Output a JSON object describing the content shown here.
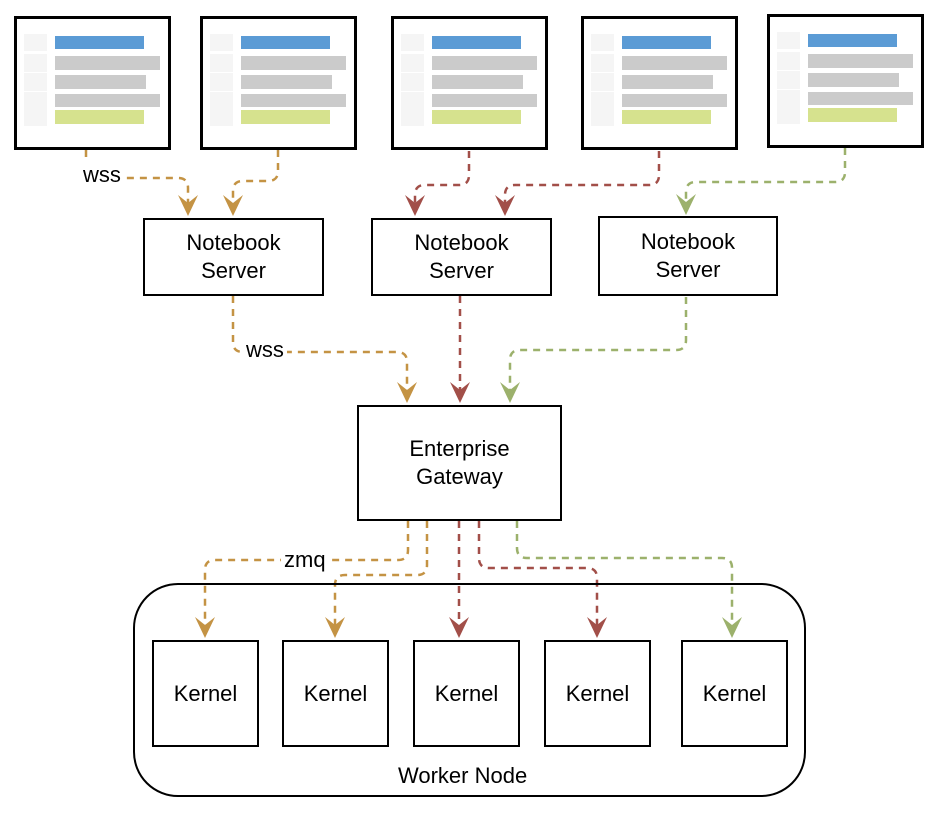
{
  "colors": {
    "edge-orange": "#C49344",
    "edge-red": "#A24F49",
    "edge-green": "#9CB16C",
    "bar-blue": "#5B9BD5",
    "bar-gray": "#CBCBCB",
    "bar-green": "#D6E28E",
    "bar-gutter": "#F5F5F5",
    "box-border": "#000000"
  },
  "clients": {
    "count": 5,
    "description": "notebook-ui-thumbnail"
  },
  "servers": [
    {
      "label": "Notebook\nServer"
    },
    {
      "label": "Notebook\nServer"
    },
    {
      "label": "Notebook\nServer"
    }
  ],
  "gateway": {
    "label": "Enterprise\nGateway"
  },
  "worker_node": {
    "label": "Worker Node"
  },
  "kernels": [
    {
      "label": "Kernel"
    },
    {
      "label": "Kernel"
    },
    {
      "label": "Kernel"
    },
    {
      "label": "Kernel"
    },
    {
      "label": "Kernel"
    }
  ],
  "edge_labels": {
    "client_wss": "wss",
    "server_wss": "wss",
    "zmq": "zmq"
  },
  "edges": [
    {
      "from": "notebook-client-1",
      "to": "notebook-server-1",
      "protocol": "wss",
      "color": "orange"
    },
    {
      "from": "notebook-client-2",
      "to": "notebook-server-1",
      "protocol": "wss",
      "color": "orange"
    },
    {
      "from": "notebook-client-3",
      "to": "notebook-server-2",
      "protocol": "wss",
      "color": "red"
    },
    {
      "from": "notebook-client-4",
      "to": "notebook-server-2",
      "protocol": "wss",
      "color": "red"
    },
    {
      "from": "notebook-client-5",
      "to": "notebook-server-3",
      "protocol": "wss",
      "color": "green"
    },
    {
      "from": "notebook-server-1",
      "to": "enterprise-gateway",
      "protocol": "wss",
      "color": "orange"
    },
    {
      "from": "notebook-server-2",
      "to": "enterprise-gateway",
      "protocol": "wss",
      "color": "red"
    },
    {
      "from": "notebook-server-3",
      "to": "enterprise-gateway",
      "protocol": "wss",
      "color": "green"
    },
    {
      "from": "enterprise-gateway",
      "to": "kernel-1",
      "protocol": "zmq",
      "color": "orange"
    },
    {
      "from": "enterprise-gateway",
      "to": "kernel-2",
      "protocol": "zmq",
      "color": "orange"
    },
    {
      "from": "enterprise-gateway",
      "to": "kernel-3",
      "protocol": "zmq",
      "color": "red"
    },
    {
      "from": "enterprise-gateway",
      "to": "kernel-4",
      "protocol": "zmq",
      "color": "red"
    },
    {
      "from": "enterprise-gateway",
      "to": "kernel-5",
      "protocol": "zmq",
      "color": "green"
    }
  ]
}
